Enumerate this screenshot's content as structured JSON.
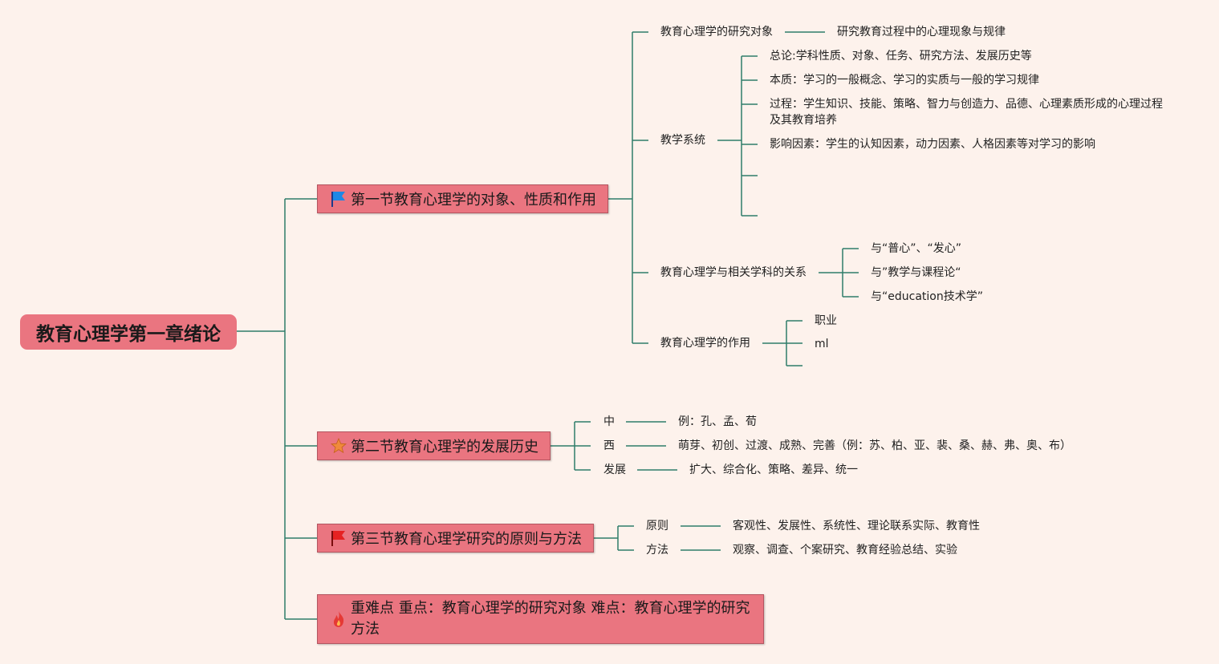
{
  "root": "教育心理学第一章绪论",
  "sections": [
    {
      "label": "第一节教育心理学的对象、性质和作用",
      "icon": "blue-flag-icon",
      "children": [
        {
          "label": "教育心理学的研究对象",
          "children": [
            "研究教育过程中的心理现象与规律"
          ]
        },
        {
          "label": "教学系统",
          "children": [
            "总论:学科性质、对象、任务、研究方法、发展历史等",
            "本质：学习的一般概念、学习的实质与一般的学习规律",
            "过程：学生知识、技能、策略、智力与创造力、品德、心理素质形成的心理过程及其教育培养",
            "影响因素：学生的认知因素，动力因素、人格因素等对学习的影响",
            "",
            ""
          ]
        },
        {
          "label": "教育心理学与相关学科的关系",
          "children": [
            "与“普心”、“发心”",
            "与”教学与课程论“",
            "与“education技术学”"
          ]
        },
        {
          "label": "教育心理学的作用",
          "children": [
            "职业",
            "ml",
            ""
          ]
        }
      ]
    },
    {
      "label": "第二节教育心理学的发展历史",
      "icon": "star-icon",
      "children": [
        {
          "label": "中",
          "children": [
            "例：孔、孟、荀"
          ]
        },
        {
          "label": "西",
          "children": [
            "萌芽、初创、过渡、成熟、完善（例：苏、柏、亚、裴、桑、赫、弗、奥、布）"
          ]
        },
        {
          "label": "发展",
          "children": [
            "扩大、综合化、策略、差异、统一"
          ]
        }
      ]
    },
    {
      "label": "第三节教育心理学研究的原则与方法",
      "icon": "red-flag-icon",
      "children": [
        {
          "label": "原则",
          "children": [
            "客观性、发展性、系统性、理论联系实际、教育性"
          ]
        },
        {
          "label": "方法",
          "children": [
            "观察、调查、个案研究、教育经验总结、实验"
          ]
        }
      ]
    },
    {
      "label": "重难点 重点：教育心理学的研究对象 难点：教育心理学的研究方法",
      "icon": "fire-icon",
      "children": []
    }
  ],
  "colors": {
    "background": "#fdf2ec",
    "node": "#ea7580",
    "line": "#2e7d6a"
  }
}
